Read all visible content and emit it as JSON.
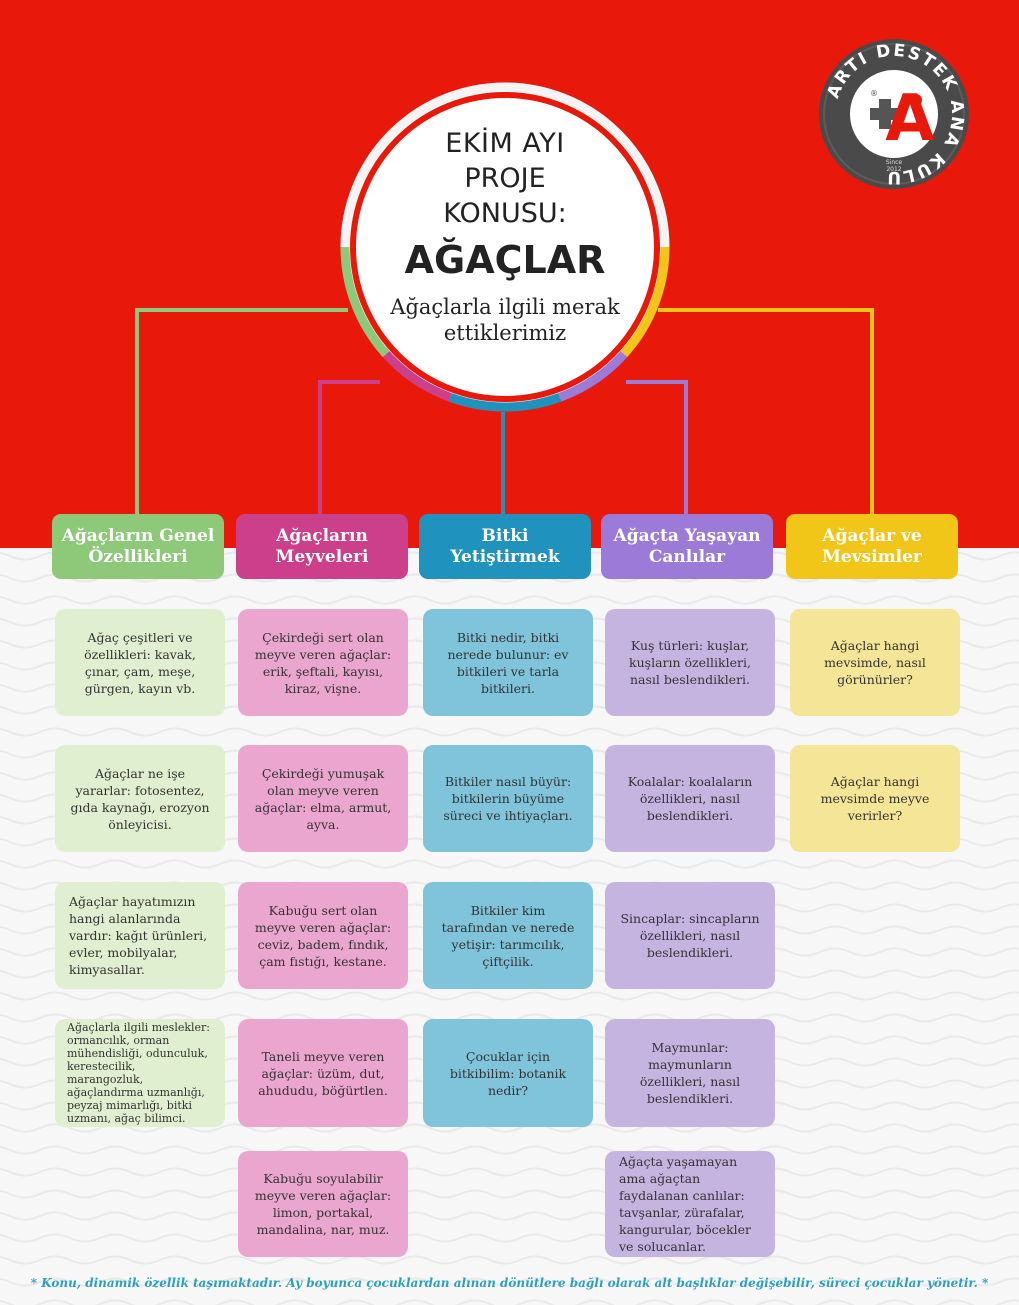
{
  "center": {
    "title_line1": "EKİM AYI",
    "title_line2": "PROJE",
    "title_line3": "KONUSU:",
    "topic": "AĞAÇLAR",
    "subtitle": "Ağaçlarla ilgili merak ettiklerimiz"
  },
  "logo": {
    "brand_text": "ARTI DESTEK ANA KULU",
    "mark": "A",
    "since_label": "Since",
    "since_year": "2012",
    "registered": "®"
  },
  "colors": {
    "background_red": "#e8190a",
    "green": "#8ec97a",
    "pink": "#cc3f8a",
    "blue": "#1f93bd",
    "purple": "#9b7ad8",
    "yellow": "#f2c619"
  },
  "columns": [
    {
      "header": "Ağaçların Genel Özellikleri",
      "color": "#8ec97a",
      "card_color": "#e0efcf",
      "items": [
        "Ağaç çeşitleri ve özellikleri: kavak, çınar, çam, meşe, gürgen, kayın vb.",
        "Ağaçlar ne işe yararlar: fotosentez, gıda kaynağı, erozyon önleyicisi.",
        "Ağaçlar hayatımızın hangi alanlarında vardır: kağıt ürünleri, evler, mobilyalar, kimyasallar.",
        "Ağaçlarla ilgili meslekler: ormancılık, orman mühendisliği, odunculuk, kerestecilik, marangozluk, ağaçlandırma uzmanlığı, peyzaj mimarlığı, bitki uzmanı, ağaç bilimci."
      ]
    },
    {
      "header": "Ağaçların Meyveleri",
      "color": "#cc3f8a",
      "card_color": "#eba6cf",
      "items": [
        "Çekirdeği sert olan meyve veren ağaçlar: erik, şeftali, kayısı, kiraz, vişne.",
        "Çekirdeği yumuşak olan meyve veren ağaçlar: elma, armut, ayva.",
        "Kabuğu sert olan meyve veren ağaçlar: ceviz, badem, fındık, çam fıstığı, kestane.",
        "Taneli meyve veren ağaçlar: üzüm, dut, ahududu, böğürtlen.",
        "Kabuğu soyulabilir meyve veren ağaçlar: limon, portakal, mandalina, nar, muz."
      ]
    },
    {
      "header": "Bitki Yetiştirmek",
      "color": "#1f93bd",
      "card_color": "#7fc4da",
      "items": [
        "Bitki nedir, bitki nerede bulunur: ev bitkileri ve tarla bitkileri.",
        "Bitkiler nasıl büyür: bitkilerin büyüme süreci ve ihtiyaçları.",
        "Bitkiler kim tarafından ve nerede yetişir: tarımcılık, çiftçilik.",
        "Çocuklar için bitkibilim: botanik nedir?"
      ]
    },
    {
      "header": "Ağaçta Yaşayan Canlılar",
      "color": "#9b7ad8",
      "card_color": "#c6b4e0",
      "items": [
        "Kuş türleri: kuşlar, kuşların özellikleri, nasıl beslendikleri.",
        "Koalalar: koalaların özellikleri, nasıl beslendikleri.",
        "Sincaplar: sincapların özellikleri, nasıl beslendikleri.",
        "Maymunlar: maymunların özellikleri, nasıl beslendikleri.",
        "Ağaçta yaşamayan ama ağaçtan faydalanan canlılar: tavşanlar, zürafalar, kangurular, böcekler ve solucanlar."
      ]
    },
    {
      "header": "Ağaçlar ve Mevsimler",
      "color": "#f2c619",
      "card_color": "#f5e597",
      "items": [
        "Ağaçlar hangi mevsimde, nasıl görünürler?",
        "Ağaçlar hangi mevsimde meyve verirler?"
      ]
    }
  ],
  "footnote": "* Konu, dinamik özellik taşımaktadır. Ay boyunca çocuklardan alınan dönütlere bağlı olarak alt başlıklar değişebilir, süreci çocuklar yönetir. *"
}
